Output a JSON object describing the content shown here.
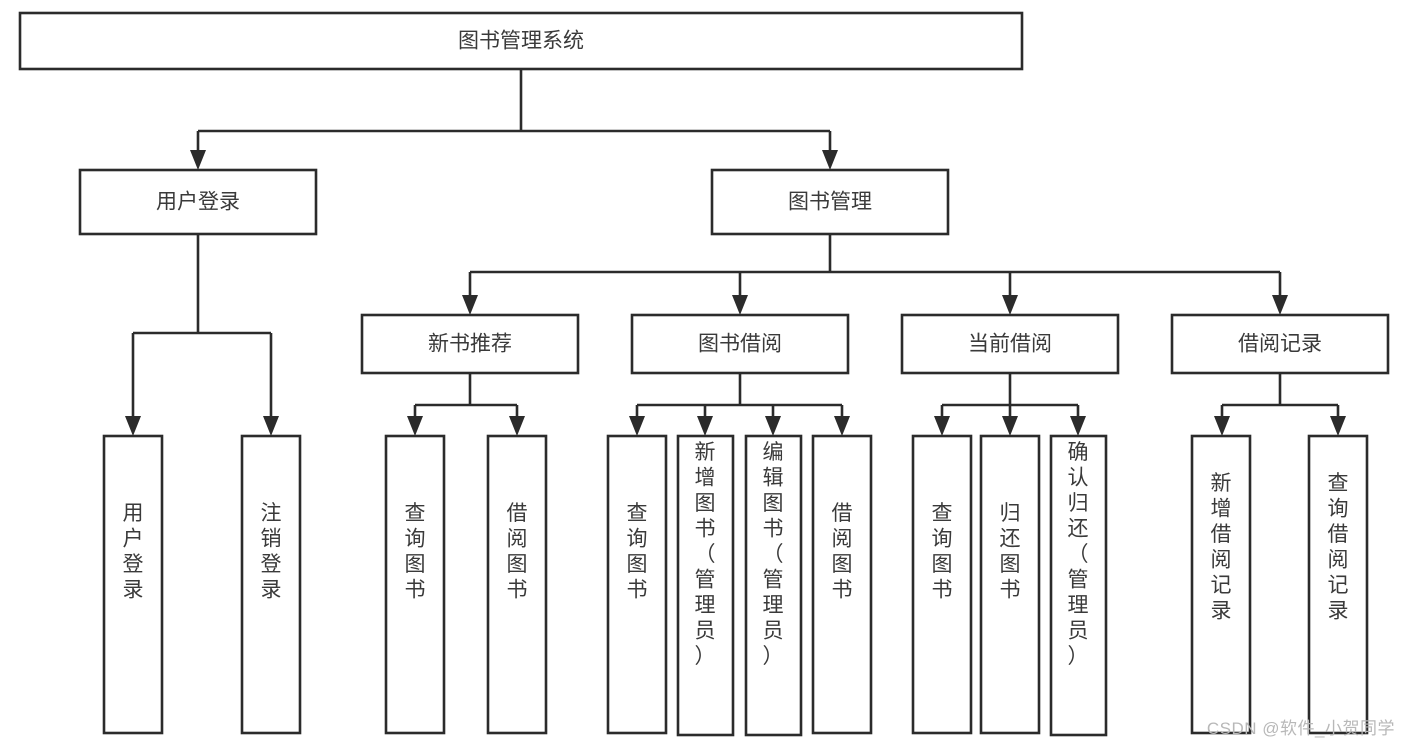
{
  "diagram": {
    "type": "hierarchy-tree",
    "title": "图书管理系统",
    "watermark": "CSDN @软件_小贺同学",
    "colors": {
      "box_stroke": "#2b2b2b",
      "box_fill": "#ffffff",
      "text": "#3a3a3a",
      "watermark": "#b8b8b8",
      "background": "#ffffff"
    },
    "nodes": {
      "root": {
        "label": "图书管理系统",
        "level": 0,
        "orientation": "horizontal"
      },
      "l1": [
        {
          "id": "user-login",
          "label": "用户登录",
          "level": 1,
          "orientation": "horizontal"
        },
        {
          "id": "book-manage",
          "label": "图书管理",
          "level": 1,
          "orientation": "horizontal"
        }
      ],
      "l2": [
        {
          "id": "new-book-recommend",
          "label": "新书推荐",
          "level": 2,
          "orientation": "horizontal",
          "parent": "book-manage"
        },
        {
          "id": "book-borrow",
          "label": "图书借阅",
          "level": 2,
          "orientation": "horizontal",
          "parent": "book-manage"
        },
        {
          "id": "current-borrow",
          "label": "当前借阅",
          "level": 2,
          "orientation": "horizontal",
          "parent": "book-manage"
        },
        {
          "id": "borrow-record",
          "label": "借阅记录",
          "level": 2,
          "orientation": "horizontal",
          "parent": "book-manage"
        }
      ],
      "leaves": [
        {
          "id": "leaf-user-login",
          "label": "用户登录",
          "parent": "user-login",
          "orientation": "vertical"
        },
        {
          "id": "leaf-logout-login",
          "label": "注销登录",
          "parent": "user-login",
          "orientation": "vertical"
        },
        {
          "id": "leaf-query-book-1",
          "label": "查询图书",
          "parent": "new-book-recommend",
          "orientation": "vertical"
        },
        {
          "id": "leaf-borrow-book-1",
          "label": "借阅图书",
          "parent": "new-book-recommend",
          "orientation": "vertical"
        },
        {
          "id": "leaf-query-book-2",
          "label": "查询图书",
          "parent": "book-borrow",
          "orientation": "vertical"
        },
        {
          "id": "leaf-add-book-admin",
          "label": "新增图书（管理员）",
          "parent": "book-borrow",
          "orientation": "vertical"
        },
        {
          "id": "leaf-edit-book-admin",
          "label": "编辑图书（管理员）",
          "parent": "book-borrow",
          "orientation": "vertical"
        },
        {
          "id": "leaf-borrow-book-2",
          "label": "借阅图书",
          "parent": "book-borrow",
          "orientation": "vertical"
        },
        {
          "id": "leaf-query-book-3",
          "label": "查询图书",
          "parent": "current-borrow",
          "orientation": "vertical"
        },
        {
          "id": "leaf-return-book",
          "label": "归还图书",
          "parent": "current-borrow",
          "orientation": "vertical"
        },
        {
          "id": "leaf-confirm-return-admin",
          "label": "确认归还（管理员）",
          "parent": "current-borrow",
          "orientation": "vertical"
        },
        {
          "id": "leaf-add-borrow-record",
          "label": "新增借阅记录",
          "parent": "borrow-record",
          "orientation": "vertical"
        },
        {
          "id": "leaf-query-borrow-record",
          "label": "查询借阅记录",
          "parent": "borrow-record",
          "orientation": "vertical"
        }
      ]
    }
  }
}
